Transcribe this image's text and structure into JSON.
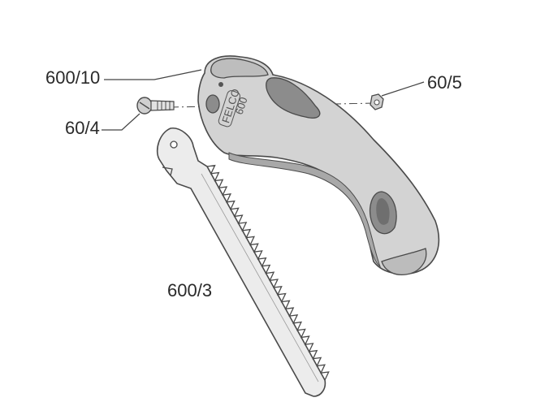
{
  "labels": {
    "handle": "600/10",
    "screw": "60/4",
    "nut": "60/5",
    "blade": "600/3"
  },
  "handle_stamp": {
    "brand": "FELCO",
    "model": "600"
  },
  "colors": {
    "line": "#4a4a4a",
    "handle_body": "#d3d3d3",
    "handle_insert": "#8c8c8c",
    "blade": "#ececec",
    "leader": "#444444"
  }
}
